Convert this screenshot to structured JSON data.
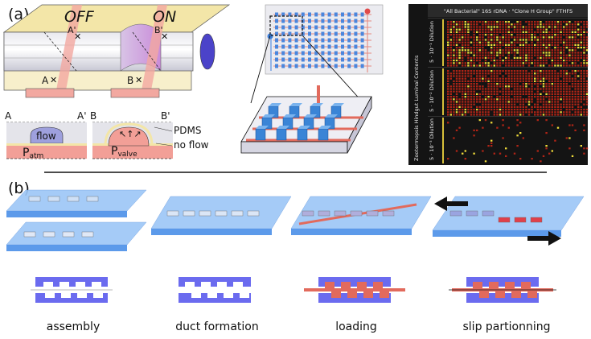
{
  "panel_a": {
    "label": "(a)",
    "off_label": "OFF",
    "on_label": "ON",
    "point_a_top": "A'",
    "point_a_bottom": "A",
    "point_b_top": "B'",
    "point_b_bottom": "B",
    "cross_a_left": "A",
    "cross_a_right": "A'",
    "cross_b_left": "B",
    "cross_b_right": "B'",
    "flow_label": "flow",
    "patm_main": "P",
    "patm_sub": "atm",
    "pdms_label": "PDMS",
    "no_flow_label": "no flow",
    "pvalve_main": "P",
    "pvalve_sub": "valve"
  },
  "heatmap": {
    "title": "\"All Bacterial\" 16S rDNA · \"Clone H Group\" FTHFS",
    "side_title": "Zootermopsis Hindgut Luminal Contents",
    "rows": [
      {
        "label": "5 · 10⁻¹ Dilution"
      },
      {
        "label": "5 · 10⁻² Dilution"
      },
      {
        "label": "5 · 10⁻³ Dilution"
      }
    ],
    "colors": {
      "bg": "#141414",
      "red": "#b02416",
      "yellow": "#f0dc3a",
      "header": "#2a2a2a"
    }
  },
  "panel_b": {
    "label": "(b)",
    "steps": [
      {
        "label": "assembly"
      },
      {
        "label": "duct formation"
      },
      {
        "label": "loading"
      },
      {
        "label": "slip partionning"
      }
    ]
  },
  "colors": {
    "blue_chip": "#5b9df0",
    "blue_light": "#9cc6f7",
    "red_channel": "#e26a5c",
    "pink_channel": "#f2a8a0",
    "cross_blue": "#6b6bef",
    "flow_fill": "#9ea0dd"
  }
}
